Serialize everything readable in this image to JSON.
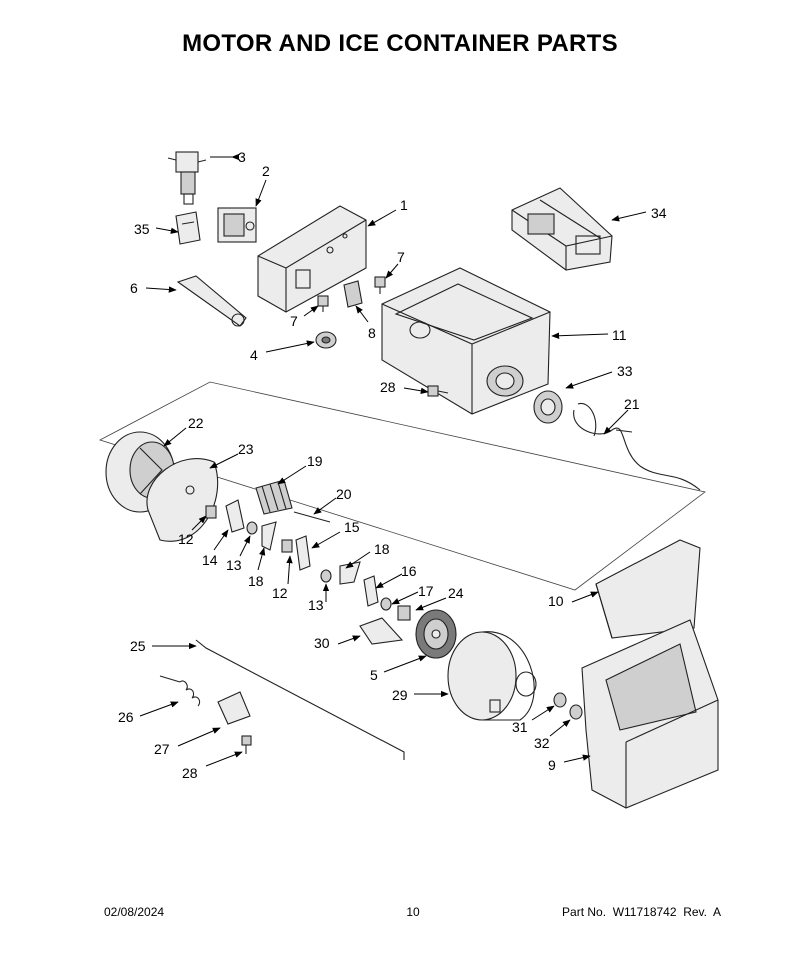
{
  "title": "MOTOR AND ICE CONTAINER PARTS",
  "footer": {
    "date": "02/08/2024",
    "page": "10",
    "part_number": "Part No.  W11718742  Rev.  A"
  },
  "callouts": [
    {
      "id": "c3",
      "label": "3"
    },
    {
      "id": "c2",
      "label": "2"
    },
    {
      "id": "c1",
      "label": "1"
    },
    {
      "id": "c34",
      "label": "34"
    },
    {
      "id": "c35",
      "label": "35"
    },
    {
      "id": "c7a",
      "label": "7"
    },
    {
      "id": "c6",
      "label": "6"
    },
    {
      "id": "c7b",
      "label": "7"
    },
    {
      "id": "c8",
      "label": "8"
    },
    {
      "id": "c11",
      "label": "11"
    },
    {
      "id": "c4",
      "label": "4"
    },
    {
      "id": "c33",
      "label": "33"
    },
    {
      "id": "c28a",
      "label": "28"
    },
    {
      "id": "c21",
      "label": "21"
    },
    {
      "id": "c22",
      "label": "22"
    },
    {
      "id": "c23",
      "label": "23"
    },
    {
      "id": "c19",
      "label": "19"
    },
    {
      "id": "c20",
      "label": "20"
    },
    {
      "id": "c12a",
      "label": "12"
    },
    {
      "id": "c15",
      "label": "15"
    },
    {
      "id": "c14",
      "label": "14"
    },
    {
      "id": "c13a",
      "label": "13"
    },
    {
      "id": "c18a",
      "label": "18"
    },
    {
      "id": "c18b",
      "label": "18"
    },
    {
      "id": "c12b",
      "label": "12"
    },
    {
      "id": "c16",
      "label": "16"
    },
    {
      "id": "c17",
      "label": "17"
    },
    {
      "id": "c13b",
      "label": "13"
    },
    {
      "id": "c24",
      "label": "24"
    },
    {
      "id": "c10",
      "label": "10"
    },
    {
      "id": "c30",
      "label": "30"
    },
    {
      "id": "c25",
      "label": "25"
    },
    {
      "id": "c5",
      "label": "5"
    },
    {
      "id": "c29",
      "label": "29"
    },
    {
      "id": "c26",
      "label": "26"
    },
    {
      "id": "c31",
      "label": "31"
    },
    {
      "id": "c27",
      "label": "27"
    },
    {
      "id": "c32",
      "label": "32"
    },
    {
      "id": "c9",
      "label": "9"
    },
    {
      "id": "c28b",
      "label": "28"
    }
  ]
}
